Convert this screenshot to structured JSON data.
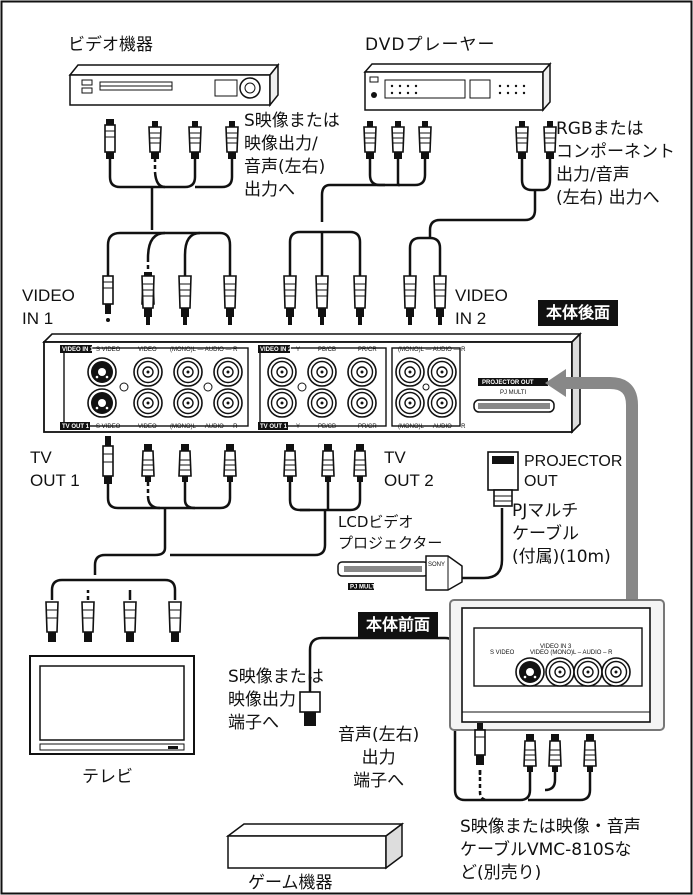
{
  "devices": {
    "video_device": "ビデオ機器",
    "dvd_player": "DVDプレーヤー",
    "tv": "テレビ",
    "game_device": "ゲーム機器",
    "lcd_projector": [
      "LCDビデオ",
      "プロジェクター"
    ]
  },
  "callouts": {
    "video_out": [
      "S映像または",
      "映像出力/",
      "音声(左右)",
      "出力へ"
    ],
    "rgb_out": [
      "RGBまたは",
      "コンポーネント",
      "出力/音声",
      "(左右) 出力へ"
    ],
    "game_video_out": [
      "S映像または",
      "映像出力",
      "端子へ"
    ],
    "game_audio_out": [
      "音声(左右)",
      "出力",
      "端子へ"
    ],
    "pj_cable": [
      "PJマルチ",
      "ケーブル",
      "(付属)(10m)"
    ],
    "separate_cable": [
      "S映像または映像・音声",
      "ケーブルVMC-810Sな",
      "ど(別売り)"
    ]
  },
  "ports": {
    "video_in_1": [
      "VIDEO",
      "IN 1"
    ],
    "video_in_2": [
      "VIDEO",
      "IN 2"
    ],
    "tv_out_1": [
      "TV",
      "OUT 1"
    ],
    "tv_out_2": [
      "TV",
      "OUT 2"
    ],
    "projector_out": [
      "PROJECTOR",
      "OUT"
    ]
  },
  "tags": {
    "rear": "本体後面",
    "front": "本体前面"
  },
  "panel_labels": {
    "video_in_1": "VIDEO IN 1",
    "s_video": "S VIDEO",
    "video": "VIDEO",
    "mono_audio": "(MONO)L — AUDIO — R",
    "video_in_2": "VIDEO IN 2",
    "y": "Y",
    "pb": "PB/CB",
    "pr": "PR/CR",
    "tv_out_1": "TV OUT 1",
    "tv_out_2": "TV OUT 1",
    "projector_out": "PROJECTOR OUT",
    "pj_multi": "PJ MULTI",
    "pj_multi_plug": "PJ MULTI",
    "sony": "SONY",
    "video_in_3": "VIDEO IN 3",
    "front_audio": "VIDEO (MONO)L – AUDIO – R"
  }
}
